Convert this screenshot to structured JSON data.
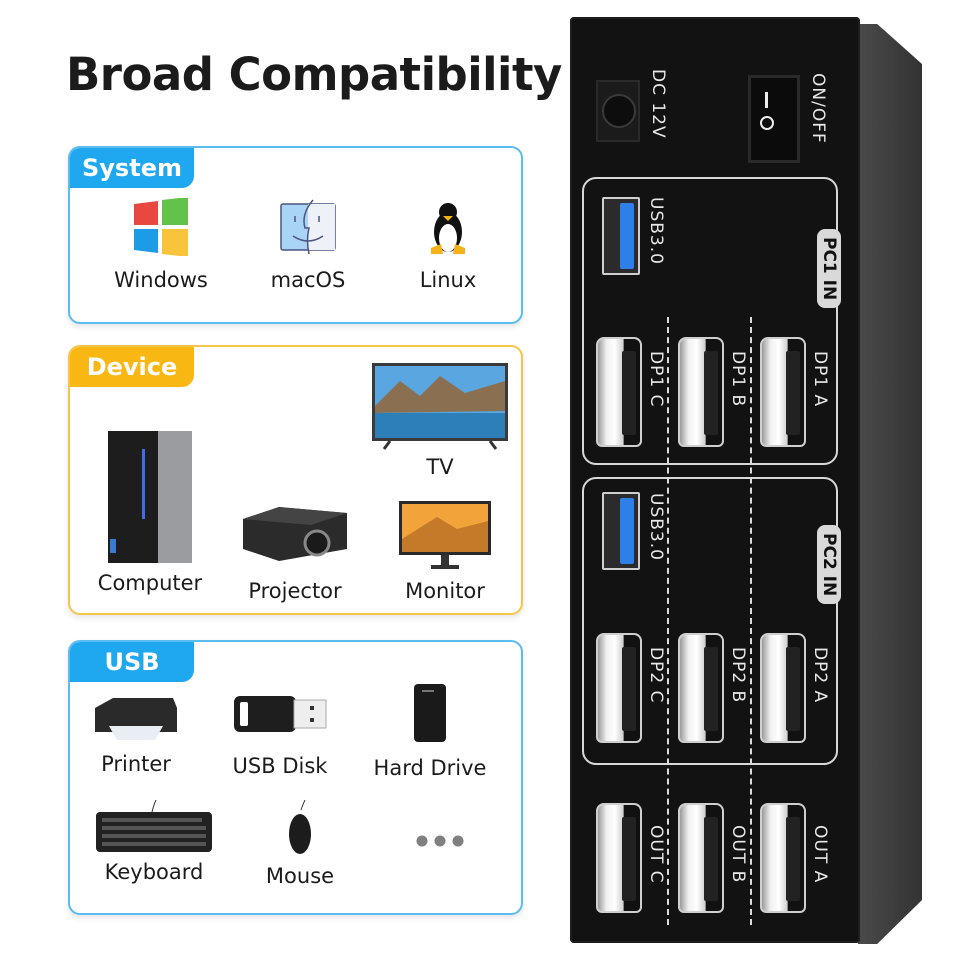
{
  "title": "Broad Compatibility",
  "sections": {
    "system": {
      "tab": "System",
      "color": "#1fa8f0",
      "items": [
        {
          "label": "Windows",
          "icon": "windows-logo-icon"
        },
        {
          "label": "macOS",
          "icon": "macos-finder-icon"
        },
        {
          "label": "Linux",
          "icon": "linux-tux-icon"
        }
      ]
    },
    "device": {
      "tab": "Device",
      "color": "#f9b714",
      "items": [
        {
          "label": "TV",
          "icon": "tv-icon"
        },
        {
          "label": "Computer",
          "icon": "computer-tower-icon"
        },
        {
          "label": "Projector",
          "icon": "projector-icon"
        },
        {
          "label": "Monitor",
          "icon": "monitor-icon"
        }
      ]
    },
    "usb": {
      "tab": "USB",
      "color": "#1fa8f0",
      "items": [
        {
          "label": "Printer",
          "icon": "printer-icon"
        },
        {
          "label": "USB Disk",
          "icon": "usb-disk-icon"
        },
        {
          "label": "Hard Drive",
          "icon": "hard-drive-icon"
        },
        {
          "label": "Keyboard",
          "icon": "keyboard-icon"
        },
        {
          "label": "Mouse",
          "icon": "mouse-icon"
        },
        {
          "label": "",
          "icon": "more-dots-icon"
        }
      ]
    }
  },
  "kvm": {
    "power_jack": "DC 12V",
    "power_switch": "ON/OFF",
    "pc1": {
      "label": "PC1 IN",
      "usb": "USB3.0",
      "ports": [
        "DP1 A",
        "DP1 B",
        "DP1 C"
      ]
    },
    "pc2": {
      "label": "PC2 IN",
      "usb": "USB3.0",
      "ports": [
        "DP2 A",
        "DP2 B",
        "DP2 C"
      ]
    },
    "outputs": [
      "OUT A",
      "OUT B",
      "OUT C"
    ]
  }
}
